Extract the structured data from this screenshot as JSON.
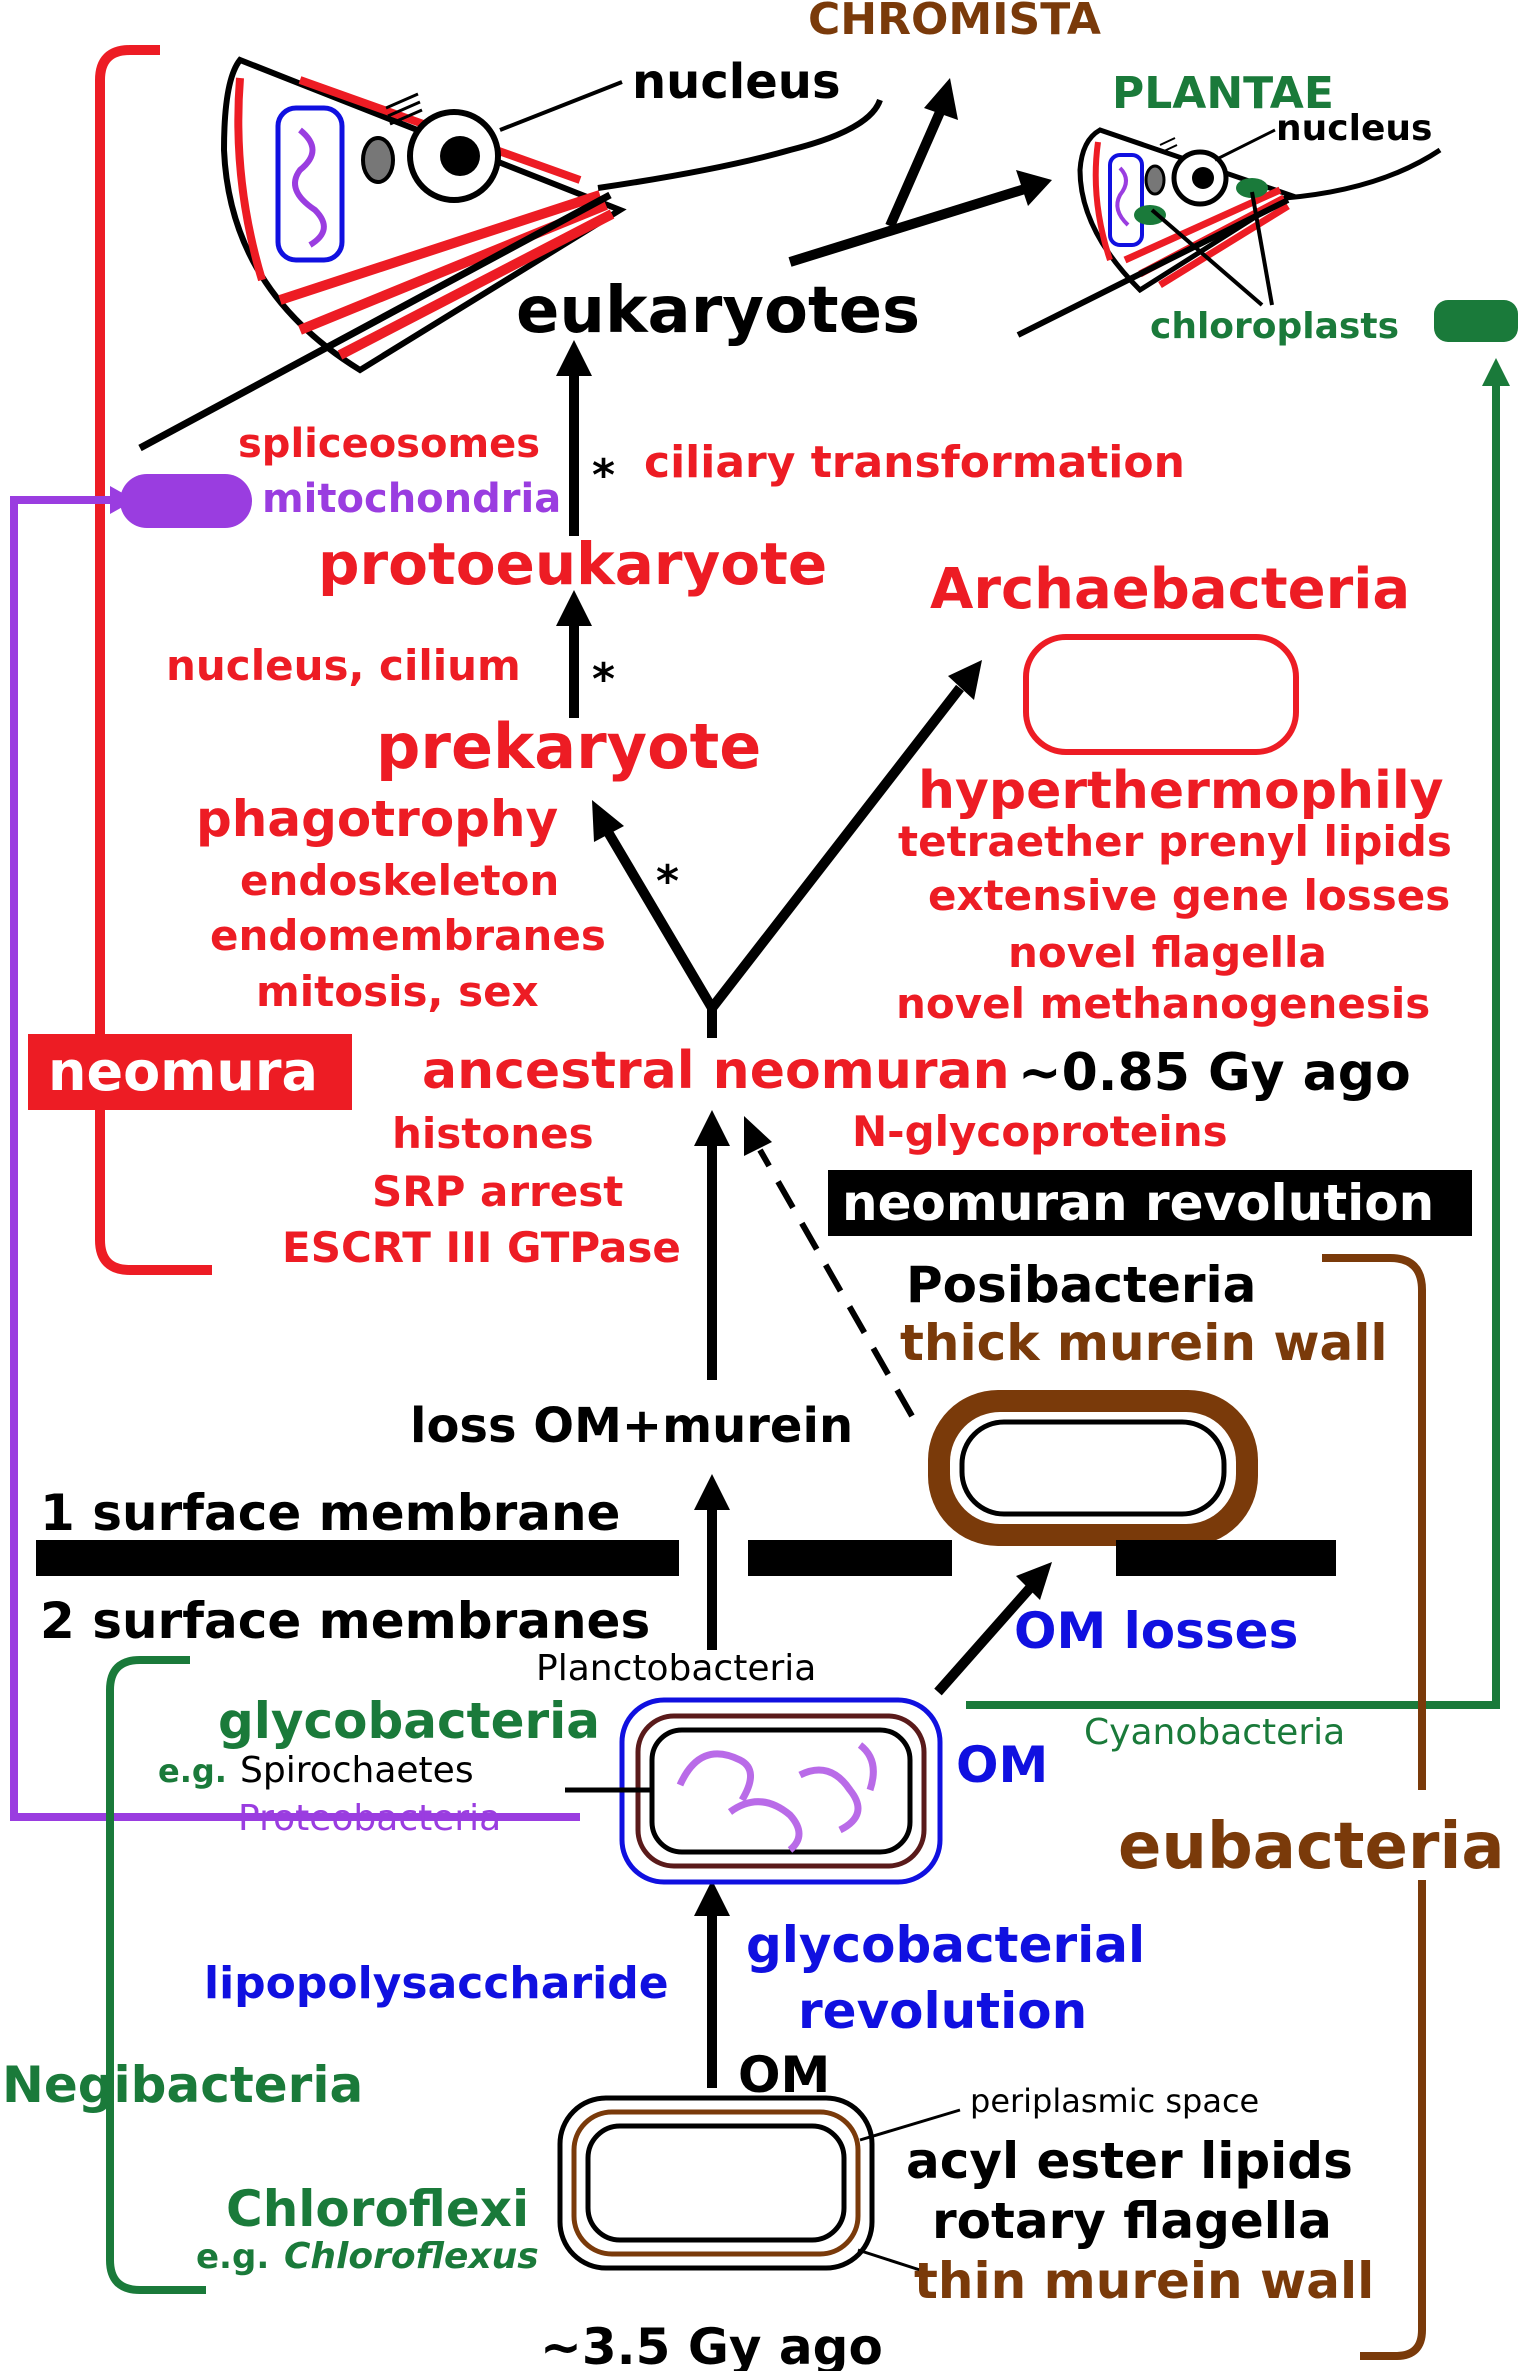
{
  "colors": {
    "red": "#ed1c24",
    "green": "#1a7a3a",
    "blue": "#1010e0",
    "brown": "#7a3a0a",
    "purple": "#9a3de0",
    "black": "#000000"
  },
  "top": {
    "chromista": "CHROMISTA",
    "plantae": "PLANTAE",
    "nucleus_left": "nucleus",
    "nucleus_right": "nucleus",
    "eukaryotes": "eukaryotes",
    "chloroplasts": "chloroplasts"
  },
  "euk_traits": {
    "spliceosomes": "spliceosomes",
    "mitochondria": "mitochondria",
    "ciliary": "ciliary transformation"
  },
  "proto": {
    "protoeukaryote": "protoeukaryote",
    "nucleus_cilium": "nucleus, cilium",
    "prekaryote": "prekaryote"
  },
  "prek_traits": [
    "phagotrophy",
    "endoskeleton",
    "endomembranes",
    "mitosis, sex"
  ],
  "archaea": {
    "title": "Archaebacteria",
    "traits": [
      "hyperthermophily",
      "tetraether prenyl lipids",
      "extensive gene losses",
      "novel flagella",
      "novel methanogenesis"
    ]
  },
  "neomura": {
    "label": "neomura",
    "ancestral": "ancestral neomuran",
    "age": "~0.85 Gy ago",
    "traits_left": [
      "histones",
      "SRP arrest",
      "ESCRT III GTPase"
    ],
    "nglyco": "N-glycoproteins",
    "revolution": "neomuran revolution"
  },
  "posi": {
    "title": "Posibacteria",
    "wall": "thick murein wall"
  },
  "membranes": {
    "loss": "loss OM+murein",
    "one": "1 surface membrane",
    "two": "2 surface membranes",
    "om_losses": "OM losses"
  },
  "glyco": {
    "planctobacteria": "Planctobacteria",
    "title": "glycobacteria",
    "eg": "e.g.",
    "spirochaetes": "Spirochaetes",
    "proteobacteria": "Proteobacteria",
    "om": "OM",
    "cyanobacteria": "Cyanobacteria",
    "eubacteria": "eubacteria"
  },
  "lower": {
    "lps": "lipopolysaccharide",
    "revolution_1": "glycobacterial",
    "revolution_2": "revolution",
    "om": "OM",
    "negibacteria": "Negibacteria",
    "chloroflexi": "Chloroflexi",
    "eg": "e.g.",
    "chloroflexus": "Chloroflexus",
    "periplasmic": "periplasmic space",
    "acyl": "acyl ester lipids",
    "rotary": "rotary flagella",
    "thin_wall": "thin murein wall",
    "age": "~3.5 Gy ago"
  },
  "markers": {
    "star": "*"
  }
}
